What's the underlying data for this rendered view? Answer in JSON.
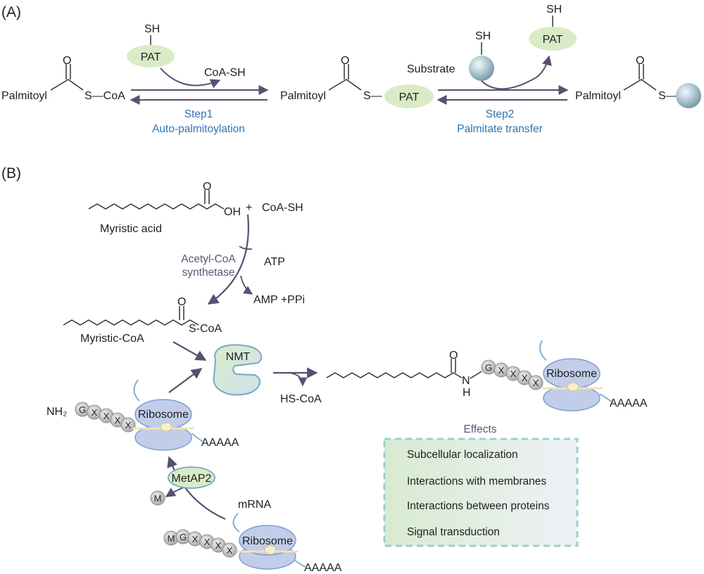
{
  "panel_a": {
    "label": "(A)",
    "reactant": "Palmitoyl",
    "s_coa": "S—CoA",
    "pat": "PAT",
    "sh": "SH",
    "coa_sh": "CoA-SH",
    "step1_line1": "Step1",
    "step1_line2": "Auto-palmitoylation",
    "intermediate": "Palmitoyl",
    "s_dash": "S—",
    "substrate": "Substrate",
    "step2_line1": "Step2",
    "step2_line2": "Palmitate transfer",
    "product": "Palmitoyl",
    "o": "O"
  },
  "panel_b": {
    "label": "(B)",
    "myristic_acid": "Myristic acid",
    "oh": "OH",
    "plus": "+",
    "coa_sh": "CoA-SH",
    "enzyme_line1": "Acetyl-CoA",
    "enzyme_line2": "synthetase",
    "atp": "ATP",
    "amp_ppi": "AMP +PPi",
    "myristic_coa": "Myristic-CoA",
    "s_coa": "S-CoA",
    "nmt": "NMT",
    "hs_coa": "HS-CoA",
    "nh2": "NH₂",
    "h": "H",
    "n": "N",
    "ribosome": "Ribosome",
    "poly_a": "AAAAA",
    "metap2": "MetAP2",
    "m": "M",
    "g": "G",
    "x": "X",
    "mrna": "mRNA",
    "effects_title": "Effects",
    "effects": [
      "Subcellular localization",
      "Interactions with membranes",
      "Interactions between proteins",
      "Signal transduction"
    ]
  },
  "colors": {
    "arrow": "#55516f",
    "blue_text": "#2f75b5",
    "pat_fill": "#d9ecc7",
    "ribosome_fill": "#c2cdea",
    "ribosome_stroke": "#7f9ed1",
    "mrna": "#7bb5d8",
    "effects_border": "#9ccfcf"
  }
}
